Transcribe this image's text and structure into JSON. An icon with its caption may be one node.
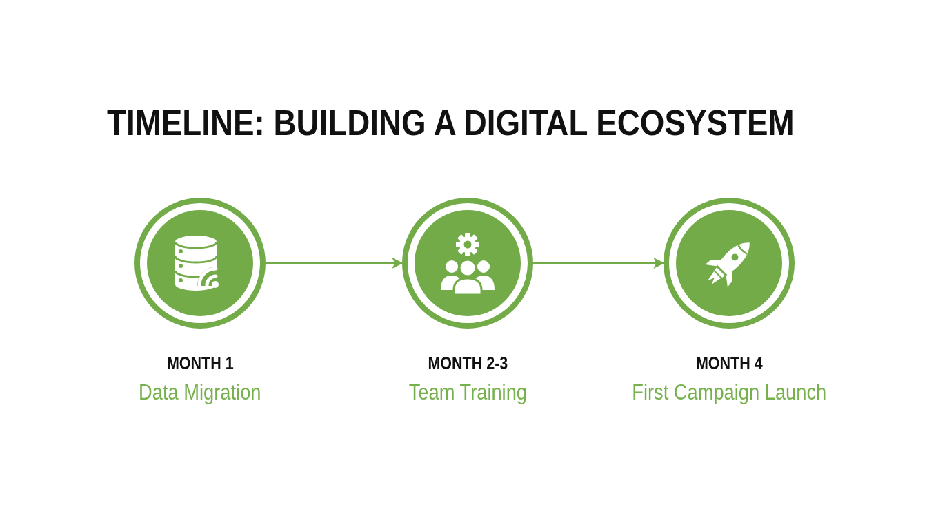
{
  "diagram": {
    "title": "TIMELINE: BUILDING A DIGITAL ECOSYSTEM",
    "nodes": [
      {
        "text": [],
        "shape": "circle",
        "beside": [
          "MONTH 1",
          "Data Migration"
        ]
      },
      {
        "text": [],
        "shape": "circle",
        "beside": [
          "MONTH 2-3",
          "Team Training"
        ]
      },
      {
        "text": [],
        "shape": "circle",
        "beside": [
          "MONTH 4",
          "First Campaign Launch"
        ]
      }
    ],
    "edges": [
      {
        "from": 0,
        "to": 1,
        "arrow": "to"
      },
      {
        "from": 1,
        "to": 2,
        "arrow": "to"
      }
    ]
  }
}
